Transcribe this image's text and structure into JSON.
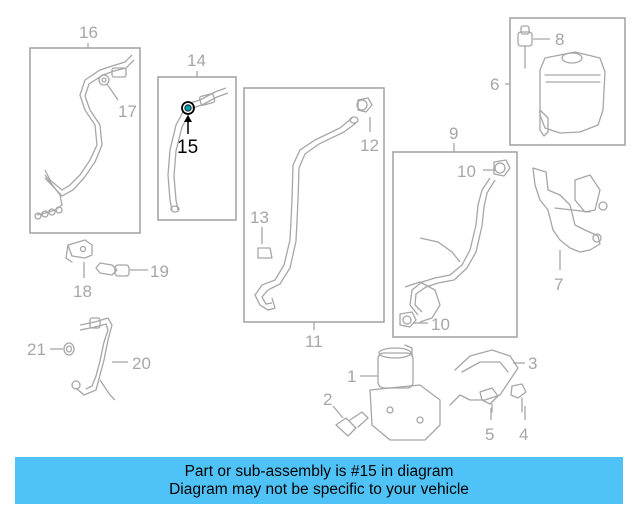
{
  "diagram": {
    "callouts": {
      "c1": "1",
      "c2": "2",
      "c3": "3",
      "c4": "4",
      "c5": "5",
      "c6": "6",
      "c7": "7",
      "c8": "8",
      "c9": "9",
      "c10a": "10",
      "c10b": "10",
      "c11": "11",
      "c12": "12",
      "c13": "13",
      "c14": "14",
      "c15": "15",
      "c16": "16",
      "c17": "17",
      "c18": "18",
      "c19": "19",
      "c20": "20",
      "c21": "21"
    },
    "highlight_part": "15",
    "colors": {
      "line": "#a6a6a6",
      "highlight": "#000000",
      "highlight_fill": "#00a0b0",
      "banner": "#4fc3f7"
    }
  },
  "banner": {
    "line1": "Part or sub-assembly is #15 in diagram",
    "line2": "Diagram may not be specific to your vehicle"
  }
}
